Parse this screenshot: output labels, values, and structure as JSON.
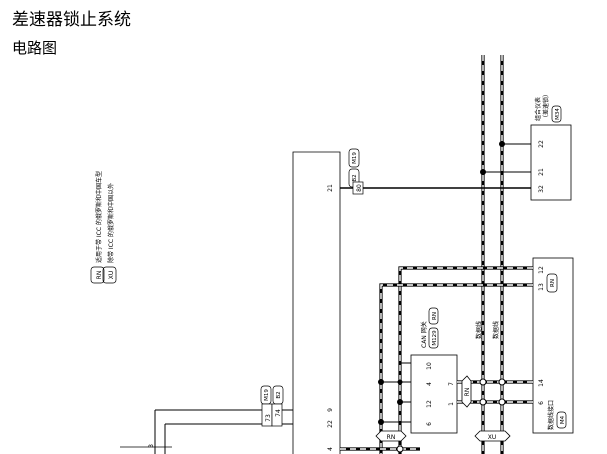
{
  "header": {
    "title": "差速器锁止系统",
    "subtitle": "电路图"
  },
  "legend": [
    {
      "code": "RN",
      "text": "适用于带 ICC 的俄罗斯和中国车型"
    },
    {
      "code": "XU",
      "text": "除带 ICC 的俄罗斯和中国以外"
    }
  ],
  "combo_meter": {
    "name_lines": [
      "组合仪表",
      "（差速锁）"
    ],
    "connector": "M34",
    "pins": [
      "22",
      "21",
      "32"
    ]
  },
  "data_link": {
    "name": "数据线接口",
    "connector": "M4",
    "pins": [
      "12",
      "13",
      "14",
      "6"
    ],
    "tag": "RN"
  },
  "can_switch": {
    "name": "CAN 网关",
    "connector": "M129",
    "tag": "RN",
    "pins_left": [
      "10",
      "4",
      "12",
      "6"
    ],
    "pins_right": [
      "7",
      "1"
    ]
  },
  "bus_labels": [
    "数据线",
    "数据线"
  ],
  "module_pins": [
    "21",
    "22",
    "9",
    "4"
  ],
  "connectors": {
    "b2": "B2",
    "m19": "M19",
    "pin_80": "80",
    "pin_73": "73",
    "pin_74": "74"
  },
  "misc": {
    "rn": "RN",
    "xu": "XU",
    "pin_3": "3"
  }
}
